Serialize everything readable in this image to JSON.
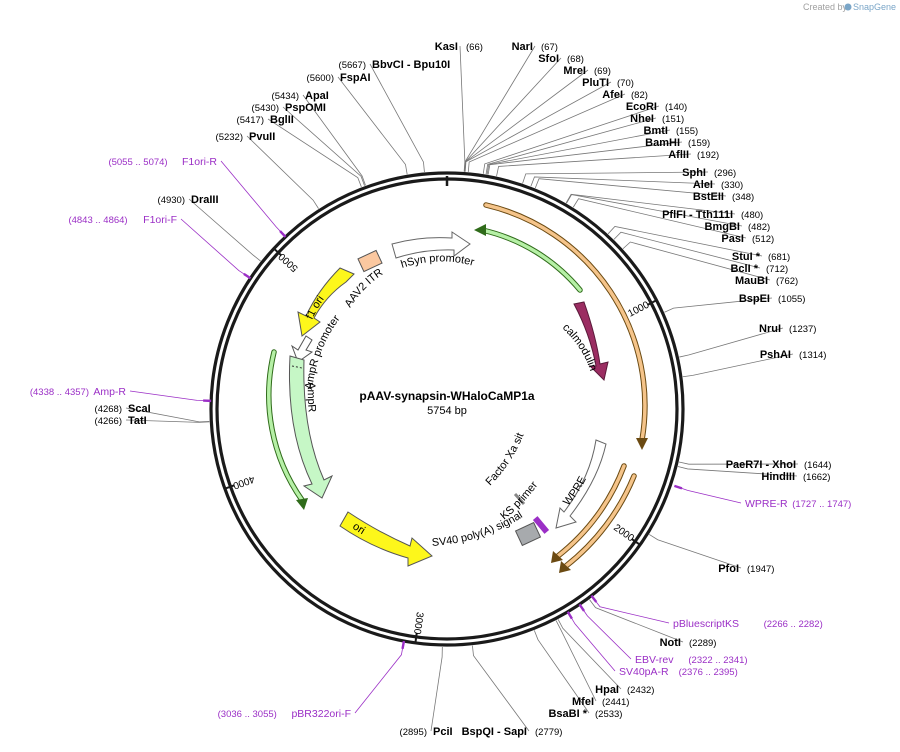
{
  "credit": {
    "prefix": "Created by",
    "brand": "SnapGene"
  },
  "plasmid": {
    "name": "pAAV-synapsin-WHaloCaMP1a",
    "size_label": "5754 bp",
    "length": 5754
  },
  "ticks": [
    {
      "label": "1000",
      "pos": 1000
    },
    {
      "label": "2000",
      "pos": 2000
    },
    {
      "label": "3000",
      "pos": 3000
    },
    {
      "label": "4000",
      "pos": 4000
    },
    {
      "label": "5000",
      "pos": 5000
    }
  ],
  "sites_right": [
    {
      "name": "KasI",
      "pos": "(66)",
      "bp": 66
    },
    {
      "name": "NarI",
      "pos": "(67)",
      "bp": 67
    },
    {
      "name": "SfoI",
      "pos": "(68)",
      "bp": 68
    },
    {
      "name": "MreI",
      "pos": "(69)",
      "bp": 69
    },
    {
      "name": "PluTI",
      "pos": "(70)",
      "bp": 70
    },
    {
      "name": "AfeI",
      "pos": "(82)",
      "bp": 82
    },
    {
      "name": "EcoRI",
      "pos": "(140)",
      "bp": 140
    },
    {
      "name": "NheI",
      "pos": "(151)",
      "bp": 151
    },
    {
      "name": "BmtI",
      "pos": "(155)",
      "bp": 155
    },
    {
      "name": "BamHI",
      "pos": "(159)",
      "bp": 159
    },
    {
      "name": "AflII",
      "pos": "(192)",
      "bp": 192
    },
    {
      "name": "SphI",
      "pos": "(296)",
      "bp": 296
    },
    {
      "name": "AleI",
      "pos": "(330)",
      "bp": 330
    },
    {
      "name": "BstEII",
      "pos": "(348)",
      "bp": 348
    },
    {
      "name": "PflFI - Tth111I",
      "pos": "(480)",
      "bp": 480
    },
    {
      "name": "BmgBI",
      "pos": "(482)",
      "bp": 482
    },
    {
      "name": "PasI",
      "pos": "(512)",
      "bp": 512
    },
    {
      "name": "StuI *",
      "pos": "(681)",
      "bp": 681
    },
    {
      "name": "BclI *",
      "pos": "(712)",
      "bp": 712
    },
    {
      "name": "MauBI",
      "pos": "(762)",
      "bp": 762
    },
    {
      "name": "BspEI",
      "pos": "(1055)",
      "bp": 1055
    },
    {
      "name": "NruI",
      "pos": "(1237)",
      "bp": 1237
    },
    {
      "name": "PshAI",
      "pos": "(1314)",
      "bp": 1314
    },
    {
      "name": "PaeR7I - XhoI",
      "pos": "(1644)",
      "bp": 1644
    },
    {
      "name": "HindIII",
      "pos": "(1662)",
      "bp": 1662
    },
    {
      "name": "PfoI",
      "pos": "(1947)",
      "bp": 1947
    },
    {
      "name": "NotI",
      "pos": "(2289)",
      "bp": 2289
    },
    {
      "name": "HpaI",
      "pos": "(2432)",
      "bp": 2432
    },
    {
      "name": "MfeI",
      "pos": "(2441)",
      "bp": 2441
    },
    {
      "name": "BsaBI *",
      "pos": "(2533)",
      "bp": 2533
    },
    {
      "name": "BspQI - SapI",
      "pos": "(2779)",
      "bp": 2779
    }
  ],
  "sites_left": [
    {
      "name": "PciI",
      "pos": "(2895)",
      "bp": 2895
    },
    {
      "name": "ScaI",
      "pos": "(4268)",
      "bp": 4268
    },
    {
      "name": "TatI",
      "pos": "(4266)",
      "bp": 4266
    },
    {
      "name": "DraIII",
      "pos": "(4930)",
      "bp": 4930
    },
    {
      "name": "PvuII",
      "pos": "(5232)",
      "bp": 5232
    },
    {
      "name": "BglII",
      "pos": "(5417)",
      "bp": 5417
    },
    {
      "name": "PspOMI",
      "pos": "(5430)",
      "bp": 5430
    },
    {
      "name": "ApaI",
      "pos": "(5434)",
      "bp": 5434
    },
    {
      "name": "FspAI",
      "pos": "(5600)",
      "bp": 5600
    },
    {
      "name": "BbvCI - Bpu10I",
      "pos": "(5667)",
      "bp": 5667
    }
  ],
  "primers": [
    {
      "name": "WPRE-R",
      "range": "(1727 .. 1747)",
      "bp": 1737
    },
    {
      "name": "pBluescriptKS",
      "range": "(2266 .. 2282)",
      "bp": 2274
    },
    {
      "name": "EBV-rev",
      "range": "(2322 .. 2341)",
      "bp": 2331
    },
    {
      "name": "SV40pA-R",
      "range": "(2376 .. 2395)",
      "bp": 2385
    },
    {
      "name": "pBR322ori-F",
      "range": "(3036 .. 3055)",
      "bp": 3045
    },
    {
      "name": "Amp-R",
      "range": "(4338 .. 4357)",
      "bp": 4347
    },
    {
      "name": "F1ori-F",
      "range": "(4843 .. 4864)",
      "bp": 4853
    },
    {
      "name": "F1ori-R",
      "range": "(5055 .. 5074)",
      "bp": 5064
    }
  ],
  "features": {
    "hsyn_promoter": "hSyn promoter",
    "aav2_itr": "AAV2 ITR",
    "f1_ori": "f1 ori",
    "ampr_promoter": "AmpR promoter",
    "ampr": "AmpR",
    "ori": "ori",
    "calmodulin": "calmodulin",
    "factor_xa": "Factor Xa site",
    "wpre": "WPRE",
    "ks_primer": "KS primer",
    "sv40_polya": "SV40 poly(A) signal"
  },
  "colors": {
    "primer": "#9b2fc6",
    "orf_outline": "#e8a33d",
    "ori_yellow": "#fdf71b",
    "ampr_green": "#c6f7c6",
    "calmodulin": "#9b2d62",
    "itr": "#fbc8a0",
    "ks": "#a7aaad"
  }
}
